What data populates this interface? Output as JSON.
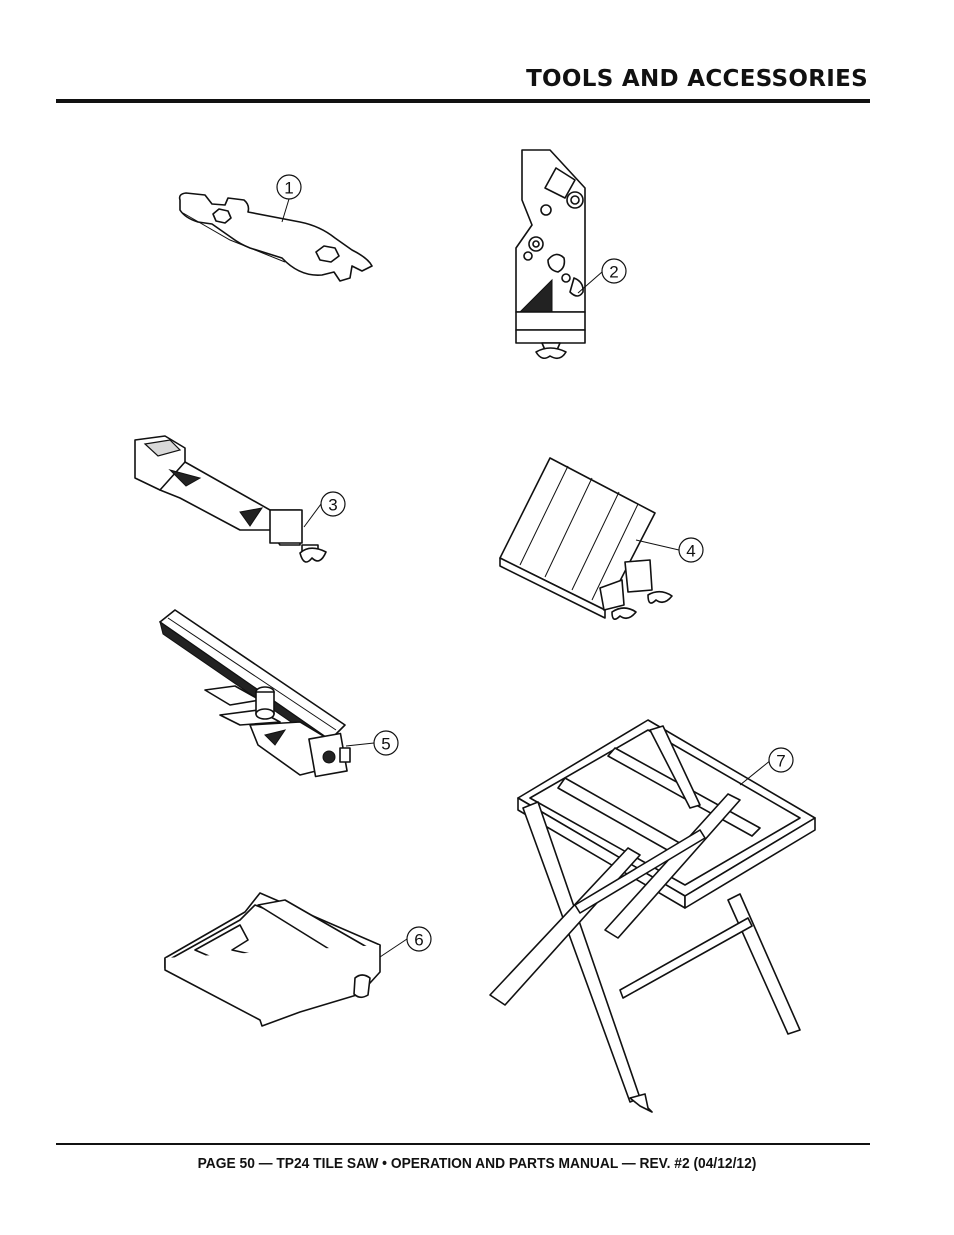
{
  "header": {
    "title": "TOOLS AND ACCESSORIES"
  },
  "footer": {
    "text": "PAGE 50 — TP24 TILE SAW • OPERATION AND PARTS MANUAL — REV. #2 (04/12/12)"
  },
  "items": [
    {
      "number": "1",
      "icon": "wrench-icon"
    },
    {
      "number": "2",
      "icon": "miter-guide-icon"
    },
    {
      "number": "3",
      "icon": "rip-guide-icon"
    },
    {
      "number": "4",
      "icon": "tilt-table-icon"
    },
    {
      "number": "5",
      "icon": "miter-gauge-icon"
    },
    {
      "number": "6",
      "icon": "table-insert-icon"
    },
    {
      "number": "7",
      "icon": "folding-stand-icon"
    }
  ]
}
